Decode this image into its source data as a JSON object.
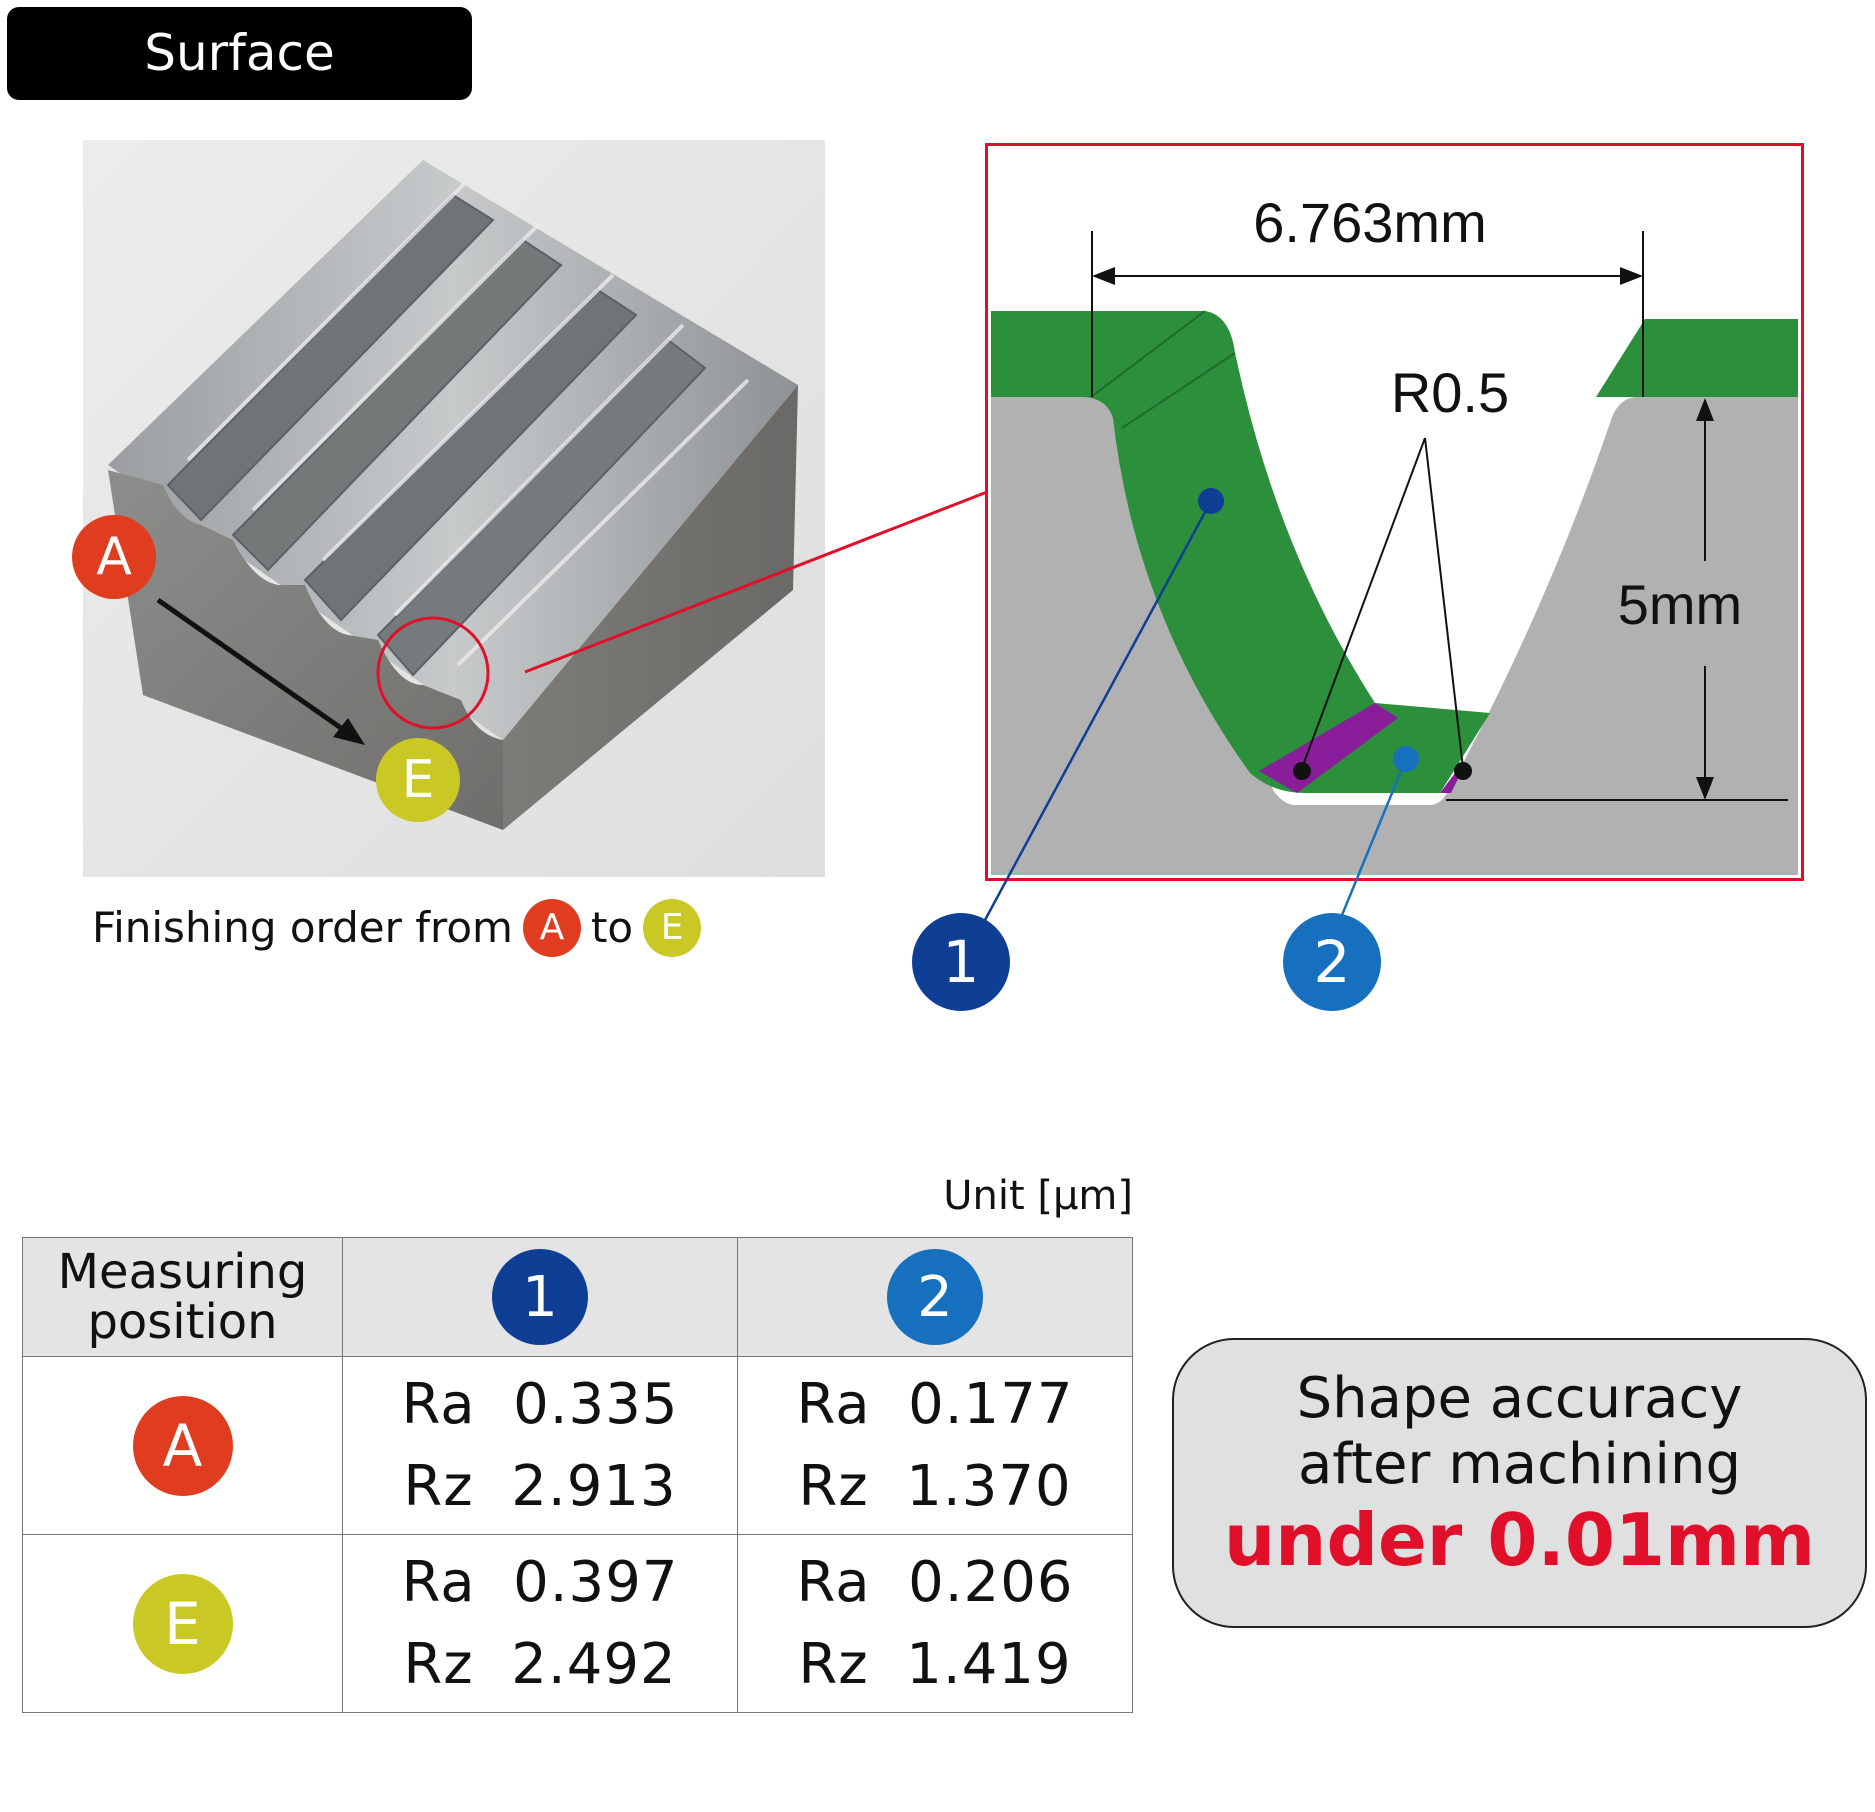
{
  "title": "Surface roughness",
  "caption": {
    "prefix": "Finishing order from",
    "start_marker": "A",
    "connector": "to",
    "end_marker": "E"
  },
  "photo": {
    "marker_start": "A",
    "marker_end": "E"
  },
  "diagram": {
    "width_dimension": "6.763mm",
    "radius_label": "R0.5",
    "depth_dimension": "5mm",
    "point_1": "1",
    "point_2": "2"
  },
  "table": {
    "unit": "Unit [μm]",
    "header_position": "Measuring position",
    "header_col1": "1",
    "header_col2": "2",
    "rows": [
      {
        "position": "A",
        "col1_ra": "Ra  0.335",
        "col1_rz": "Rz  2.913",
        "col2_ra": "Ra  0.177",
        "col2_rz": "Rz  1.370"
      },
      {
        "position": "E",
        "col1_ra": "Ra  0.397",
        "col1_rz": "Rz  2.492",
        "col2_ra": "Ra  0.206",
        "col2_rz": "Rz  1.419"
      }
    ]
  },
  "callout": {
    "line1": "Shape accuracy",
    "line2": "after machining",
    "line3": "under 0.01mm"
  },
  "colors": {
    "marker_a": "#e03c1f",
    "marker_e": "#c9c825",
    "point_1": "#0f3f94",
    "point_2": "#1670be",
    "highlight_red": "#e0102b",
    "groove_green": "#2b8f3c",
    "corner_purple": "#8a1e9a"
  }
}
